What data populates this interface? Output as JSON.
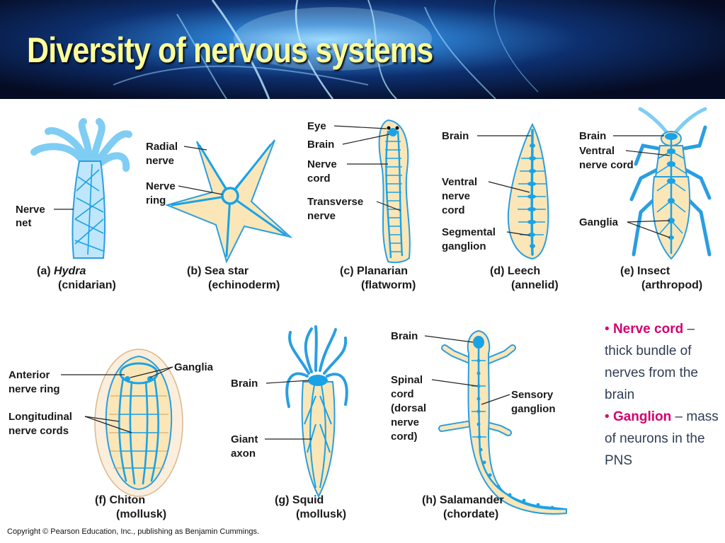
{
  "slide": {
    "title": "Diversity of nervous systems",
    "copyright": "Copyright © Pearson Education, Inc., publishing as Benjamin Cummings."
  },
  "panels": {
    "hydra": {
      "caption_letter": "(a)",
      "caption_name": "Hydra",
      "caption_group": "(cnidarian)",
      "labels": {
        "nerve_net": [
          "Nerve",
          "net"
        ]
      }
    },
    "seastar": {
      "caption_letter": "(b)",
      "caption_name": "Sea star",
      "caption_group": "(echinoderm)",
      "labels": {
        "radial_nerve": [
          "Radial",
          "nerve"
        ],
        "nerve_ring": [
          "Nerve",
          "ring"
        ]
      }
    },
    "planarian": {
      "caption_letter": "(c)",
      "caption_name": "Planarian",
      "caption_group": "(flatworm)",
      "labels": {
        "eye": "Eye",
        "brain": "Brain",
        "nerve_cord": [
          "Nerve",
          "cord"
        ],
        "transverse_nerve": [
          "Transverse",
          "nerve"
        ]
      }
    },
    "leech": {
      "caption_letter": "(d)",
      "caption_name": "Leech",
      "caption_group": "(annelid)",
      "labels": {
        "brain": "Brain",
        "ventral_nerve_cord": [
          "Ventral",
          "nerve",
          "cord"
        ],
        "segmental_ganglion": [
          "Segmental",
          "ganglion"
        ]
      }
    },
    "insect": {
      "caption_letter": "(e)",
      "caption_name": "Insect",
      "caption_group": "(arthropod)",
      "labels": {
        "brain": "Brain",
        "ventral_nerve_cord": [
          "Ventral",
          "nerve cord"
        ],
        "ganglia": "Ganglia"
      }
    },
    "chiton": {
      "caption_letter": "(f)",
      "caption_name": "Chiton",
      "caption_group": "(mollusk)",
      "labels": {
        "anterior_nerve_ring": [
          "Anterior",
          "nerve ring"
        ],
        "ganglia": "Ganglia",
        "longitudinal_nerve_cords": [
          "Longitudinal",
          "nerve cords"
        ]
      }
    },
    "squid": {
      "caption_letter": "(g)",
      "caption_name": "Squid",
      "caption_group": "(mollusk)",
      "labels": {
        "brain": "Brain",
        "giant_axon": [
          "Giant",
          "axon"
        ]
      }
    },
    "salamander": {
      "caption_letter": "(h)",
      "caption_name": "Salamander",
      "caption_group": "(chordate)",
      "labels": {
        "brain": "Brain",
        "spinal_cord": [
          "Spinal",
          "cord",
          "(dorsal",
          "nerve",
          "cord)"
        ],
        "sensory_ganglion": [
          "Sensory",
          "ganglion"
        ]
      }
    }
  },
  "definitions": [
    {
      "bullet": "•",
      "term": "Nerve cord",
      "text": " – thick bundle of nerves from the brain"
    },
    {
      "bullet": "•",
      "term": "Ganglion",
      "text": " – mass of neurons in the PNS"
    }
  ],
  "colors": {
    "title": "#ffff99",
    "term": "#d4006f",
    "nerve": "#19a3e6",
    "body_fill": "#fbe6b8"
  }
}
